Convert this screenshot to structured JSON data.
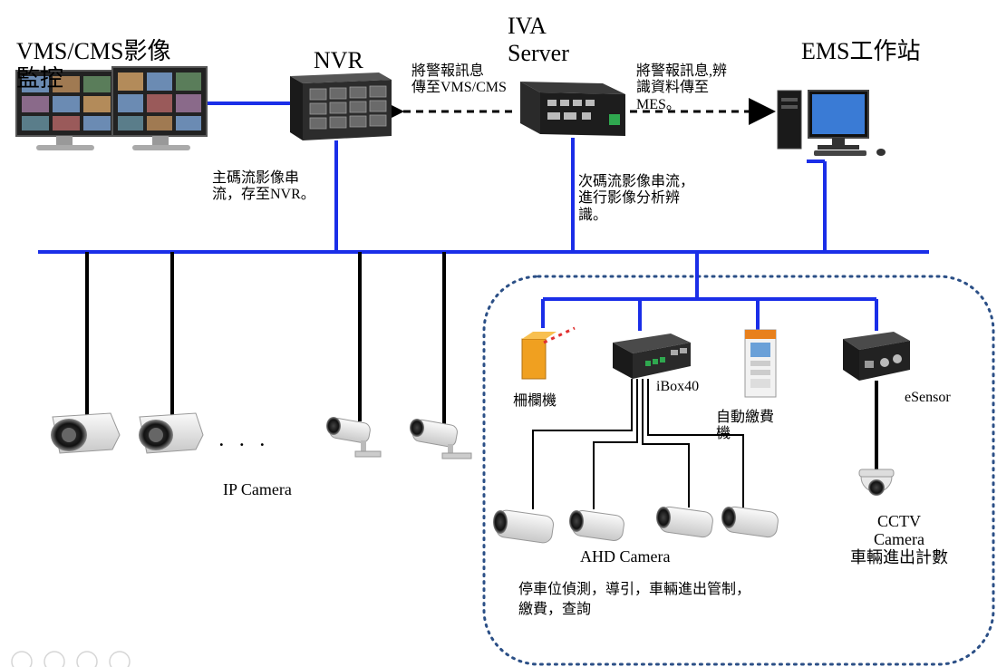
{
  "nodes": {
    "vms": {
      "label": "VMS/CMS影像\n監控"
    },
    "nvr": {
      "label": "NVR"
    },
    "iva": {
      "label": "IVA\nServer"
    },
    "ems": {
      "label": "EMS工作站"
    },
    "ip_camera": {
      "label": "IP Camera"
    },
    "gate": {
      "label": "柵欄機"
    },
    "ibox": {
      "label": "iBox40"
    },
    "kiosk": {
      "label": "自動繳費\n機"
    },
    "esensor": {
      "label": "eSensor"
    },
    "cctv": {
      "label": "CCTV\nCamera\n車輛進出計數"
    },
    "ahd": {
      "label": "AHD Camera"
    }
  },
  "annotations": {
    "main_stream": "主碼流影像串\n流，存至NVR。",
    "sub_stream": "次碼流影像串流，\n進行影像分析辨\n識。",
    "alarm_to_vms": "將警報訊息\n傳至VMS/CMS",
    "alarm_to_mes": "將警報訊息,辨\n識資料傳至\nMES。",
    "parking": "停車位偵測，導引，車輛進出管制，\n繳費，查詢",
    "ellipsis": "．  ．  ．"
  },
  "colors": {
    "network_line": "#1a2ee8",
    "device_line": "#000000",
    "dotted_border": "#2b4f86"
  }
}
